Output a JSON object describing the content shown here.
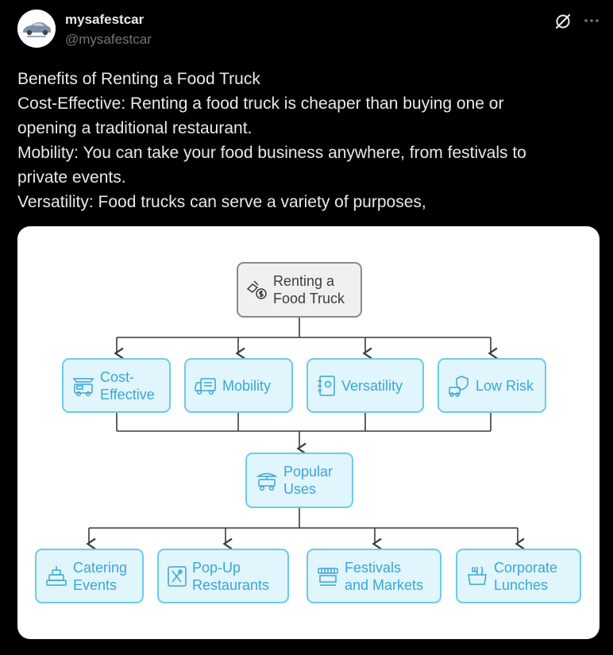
{
  "author": {
    "name": "mysafestcar",
    "handle": "@mysafestcar"
  },
  "post": {
    "lines": [
      "Benefits of Renting a Food Truck",
      "Cost-Effective: Renting a food truck is cheaper than buying one or",
      "opening a traditional restaurant.",
      "Mobility: You can take your food business anywhere, from festivals to",
      "private events.",
      "Versatility: Food trucks can serve a variety of purposes,"
    ]
  },
  "diagram": {
    "root": {
      "line1": "Renting a",
      "line2": "Food Truck",
      "icon": "truck-money-icon"
    },
    "benefits": [
      {
        "line1": "Cost-",
        "line2": "Effective",
        "icon": "food-truck-icon"
      },
      {
        "line1": "Mobility",
        "line2": "",
        "icon": "delivery-truck-icon"
      },
      {
        "line1": "Versatility",
        "line2": "",
        "icon": "notebook-icon"
      },
      {
        "line1": "Low Risk",
        "line2": "",
        "icon": "shield-truck-icon"
      }
    ],
    "hub": {
      "line1": "Popular",
      "line2": "Uses",
      "icon": "food-cart-icon"
    },
    "uses": [
      {
        "line1": "Catering",
        "line2": "Events",
        "icon": "cake-icon"
      },
      {
        "line1": "Pop-Up",
        "line2": "Restaurants",
        "icon": "utensils-icon"
      },
      {
        "line1": "Festivals",
        "line2": "and Markets",
        "icon": "market-stall-icon"
      },
      {
        "line1": "Corporate",
        "line2": "Lunches",
        "icon": "lunch-box-icon"
      }
    ],
    "colors": {
      "node_fill": "#e0f5fc",
      "node_border": "#6ccbeb",
      "node_text": "#3aa7d4",
      "root_fill": "#f0f0f0",
      "root_border": "#8a8a8a",
      "connector": "#3a3a3a"
    }
  }
}
